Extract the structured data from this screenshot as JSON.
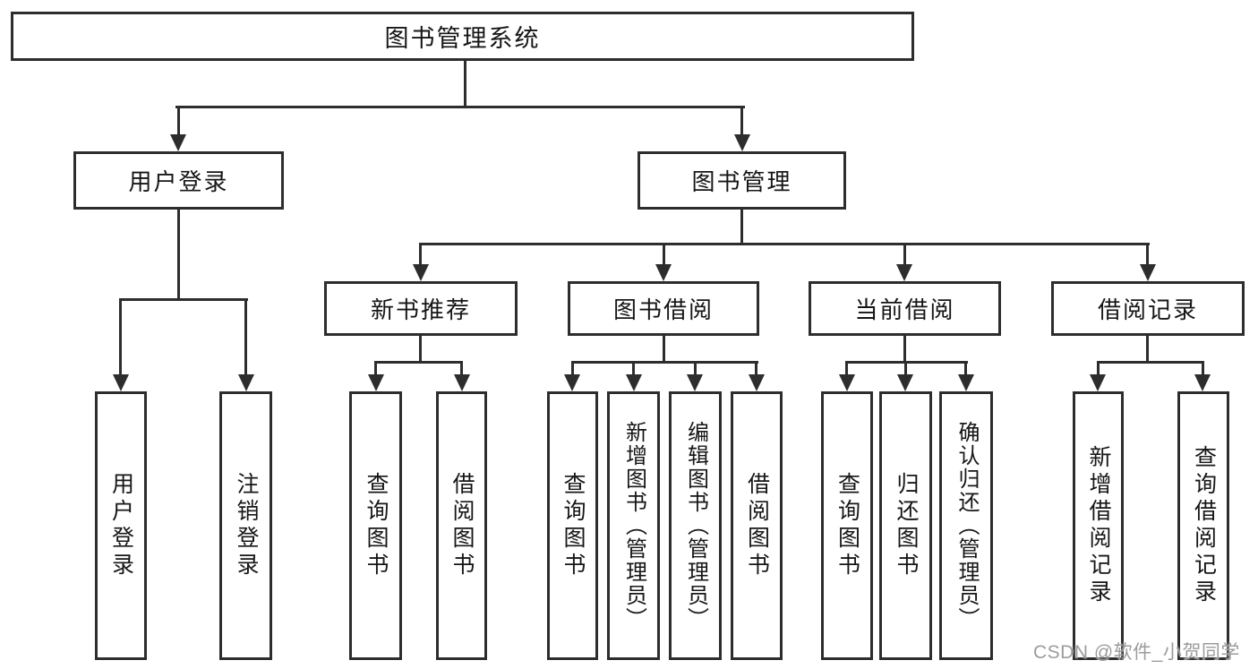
{
  "diagram": {
    "type": "hierarchy",
    "title": "图书管理系统",
    "watermark": "CSDN @软件_小贺同学",
    "colors": {
      "background": "#ffffff",
      "line": "#2d2d2d",
      "text": "#161616",
      "watermark": "#9c9c9c"
    },
    "nodes": {
      "root": "图书管理系统",
      "user_login": "用户登录",
      "book_mgmt": "图书管理",
      "new_book": "新书推荐",
      "book_borrow": "图书借阅",
      "current_borrow": "当前借阅",
      "borrow_records": "借阅记录",
      "ul_login": "用户登录",
      "ul_logout": "注销登录",
      "nb_query": "查询图书",
      "nb_borrow": "借阅图书",
      "bb_query": "查询图书",
      "bb_add": "新增图书（管理员）",
      "bb_edit": "编辑图书（管理员）",
      "bb_borrow": "借阅图书",
      "cb_query": "查询图书",
      "cb_return": "归还图书",
      "cb_confirm": "确认归还（管理员）",
      "br_add": "新增借阅记录",
      "br_query": "查询借阅记录"
    },
    "hierarchy": [
      {
        "parent": "图书管理系统",
        "children": [
          "用户登录",
          "图书管理"
        ]
      },
      {
        "parent": "用户登录",
        "children": [
          "用户登录",
          "注销登录"
        ]
      },
      {
        "parent": "图书管理",
        "children": [
          "新书推荐",
          "图书借阅",
          "当前借阅",
          "借阅记录"
        ]
      },
      {
        "parent": "新书推荐",
        "children": [
          "查询图书",
          "借阅图书"
        ]
      },
      {
        "parent": "图书借阅",
        "children": [
          "查询图书",
          "新增图书（管理员）",
          "编辑图书（管理员）",
          "借阅图书"
        ]
      },
      {
        "parent": "当前借阅",
        "children": [
          "查询图书",
          "归还图书",
          "确认归还（管理员）"
        ]
      },
      {
        "parent": "借阅记录",
        "children": [
          "新增借阅记录",
          "查询借阅记录"
        ]
      }
    ]
  }
}
